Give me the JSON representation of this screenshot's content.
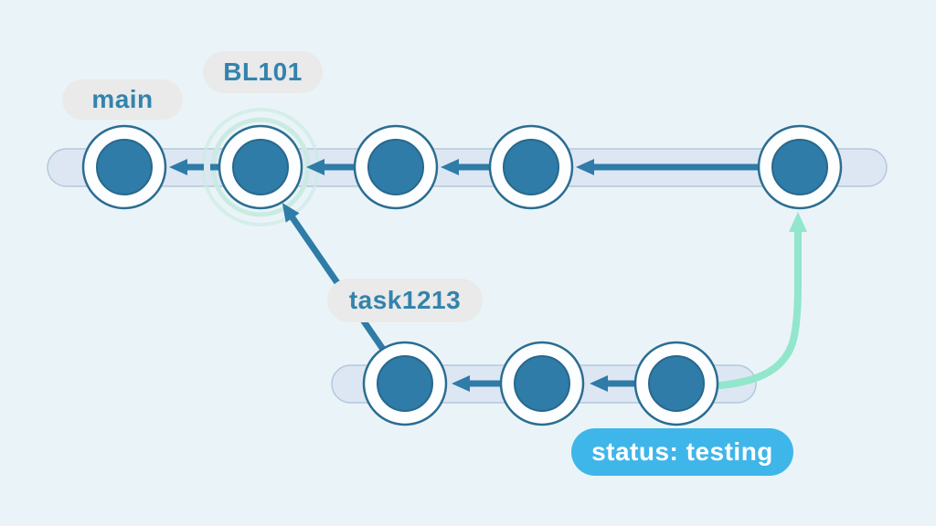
{
  "colors": {
    "background": "#eaf4f8",
    "track_fill": "#dde7f3",
    "track_border": "#b3c8db",
    "commit_fill": "#2e7ca7",
    "commit_outline": "#2b6d92",
    "commit_ring": "#fdfeff",
    "arrow": "#2e7ca7",
    "label_pill_bg": "#e9eae9",
    "label_text": "#3383ad",
    "status_pill_bg": "#3fb6e9",
    "status_text": "#ffffff",
    "merge_arrow": "#92e6cb",
    "halo_ring": "#c9ebe2"
  },
  "labels": {
    "main_branch": "main",
    "bl101_tag": "BL101",
    "task_branch": "task1213",
    "status_badge": "status: testing"
  },
  "diagram": {
    "type": "git-commit-graph",
    "branches": [
      {
        "name": "main",
        "commit_count": 5,
        "arrow_direction": "left",
        "notes": "second commit tagged BL101 with highlight halo; arrow from BL101 commit to first commit is dashed"
      },
      {
        "name": "task1213",
        "commit_count": 3,
        "arrow_direction": "left",
        "forked_from": "BL101 commit on main"
      }
    ],
    "annotations": [
      {
        "kind": "badge",
        "text": "status: testing",
        "attached_to": "last commit of task1213"
      },
      {
        "kind": "merge-arrow",
        "color_name": "mint-green",
        "from": "end of task1213 branch",
        "to": "last commit of main (points up into it)"
      }
    ]
  }
}
